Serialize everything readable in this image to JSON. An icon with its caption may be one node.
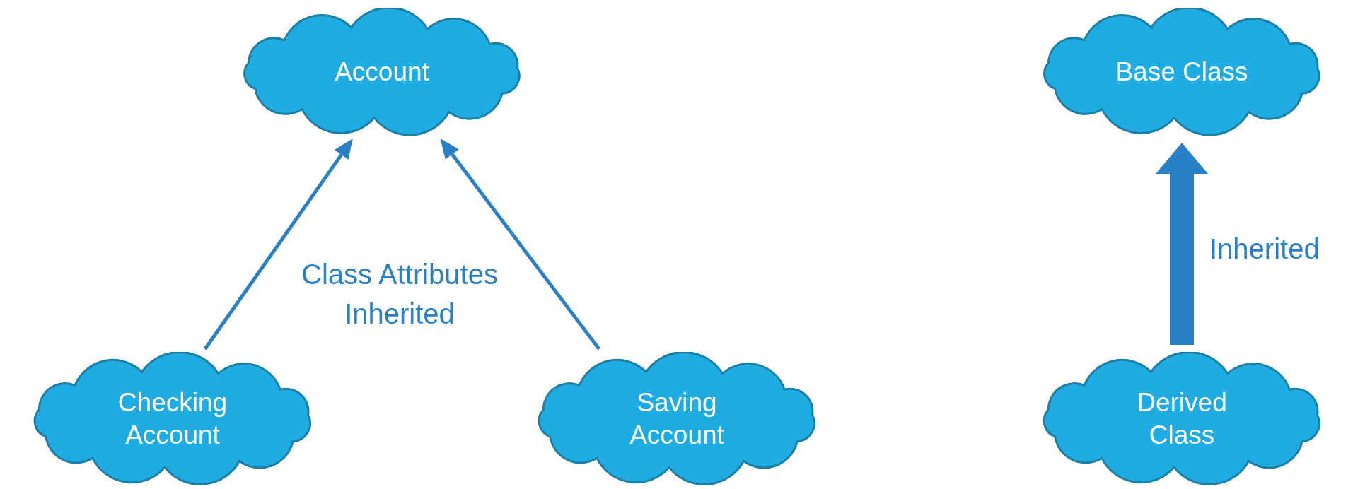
{
  "diagram": {
    "nodes": [
      {
        "text": [
          "Account"
        ]
      },
      {
        "text": [
          "Checking Account"
        ]
      },
      {
        "text": [
          "Saving Account"
        ]
      },
      {
        "text": [
          "Base Class"
        ]
      },
      {
        "text": [
          "Derived Class"
        ]
      }
    ],
    "edges": [
      {
        "from": 1,
        "to": 0,
        "arrow": "to"
      },
      {
        "from": 2,
        "to": 0,
        "arrow": "to"
      },
      {
        "from": 4,
        "to": 3,
        "arrow": "to",
        "label": "Inherited",
        "style": "thick"
      }
    ],
    "labels": [
      "Class Attributes Inherited"
    ]
  }
}
